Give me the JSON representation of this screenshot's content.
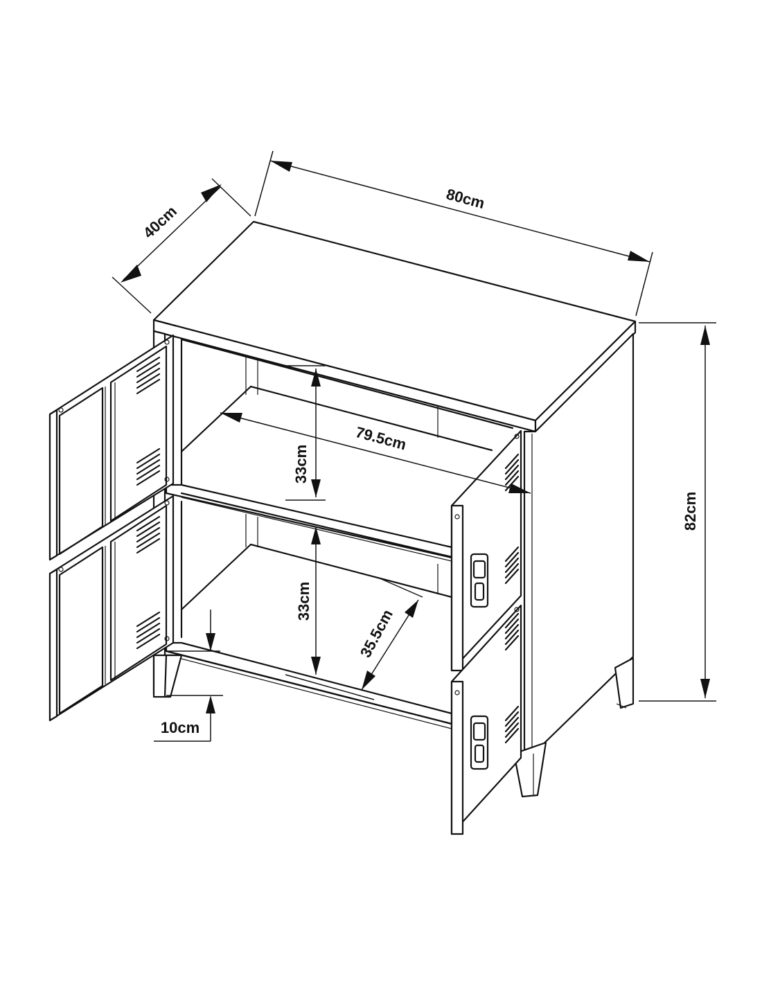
{
  "dimensions": {
    "depth": "40cm",
    "width": "80cm",
    "height": "82cm",
    "inner_width": "79.5cm",
    "upper_shelf_height": "33cm",
    "lower_shelf_height": "33cm",
    "inner_depth": "35.5cm",
    "leg_height": "10cm"
  }
}
